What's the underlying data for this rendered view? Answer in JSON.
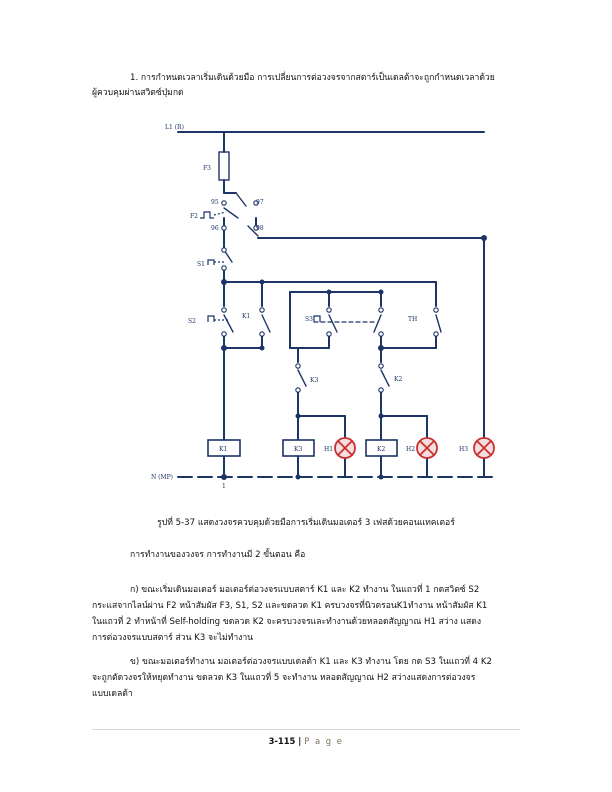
{
  "intro": {
    "line1": "1. การกำหนดเวลาเริ่มเดินด้วยมือ การเปลี่ยนการต่อวงจรจากสตาร์เป็นเดลต้าจะถูกกำหนดเวลาด้วย",
    "line2": "ผู้ควบคุมผ่านสวิตซ์ปุ่มกด"
  },
  "diagram": {
    "labels": {
      "L1": "L1 (R)",
      "F3": "F3",
      "P5": "95",
      "P7": "97",
      "P6": "96",
      "P8": "98",
      "F2": "F2",
      "S1": "S1",
      "S2": "S2",
      "K1": "K1",
      "S3": "S3",
      "H": "TH",
      "K3_contact": "K3",
      "K2_contact": "K2",
      "coil_K1": "K1",
      "coil_K3": "K3",
      "coil_K2": "K2",
      "H1": "H1",
      "H2": "H2",
      "H3": "H3",
      "N": "N (MP)",
      "one": "1"
    },
    "colors": {
      "wire": "#1c3566",
      "lamp": "#c8312f",
      "lamp_fill": "#f7dede"
    }
  },
  "caption": "รูปที่ 5-37 แสดงวงจรควบคุมด้วยมือการเริ่มเดินมอเตอร์ 3 เฟสด้วยคอนแทคเตอร์",
  "section_heading": "การทำงานของวงจร การทำงานมี 2 ขั้นตอน คือ",
  "para_a": {
    "l1": "ก) ขณะเริ่มเดินมอเตอร์ มอเตอร์ต่อวงจรแบบสตาร์ K1 และ K2 ทำงาน ในแถวที่ 1 กดสวิตซ์ S2",
    "l2": "กระแสจากไลน์ผ่าน F2 หน้าสัมผัส F3, S1, S2 และขดลวด K1 ครบวงจรที่นิวตรอนK1ทำงาน หน้าสัมผัส K1",
    "l3": "ในแถวที่ 2 ทำหน้าที่ Self-holding ขดลวด K2 จะครบวงจรและทำงานด้วยหลอดสัญญาณ H1 สว่าง แสดง",
    "l4": "การต่อวงจรแบบสตาร์ ส่วน K3 จะไม่ทำงาน"
  },
  "para_b": {
    "l1": "ข) ขณะมอเตอร์ทำงาน มอเตอร์ต่อวงจรแบบเดลต้า K1 และ K3 ทำงาน โดย กด S3 ในแถวที่ 4 K2",
    "l2": "จะถูกตัดวงจรให้หยุดทำงาน ขดลวด K3 ในแถวที่ 5 จะทำงาน หลอดสัญญาณ H2 สว่างแสดงการต่อวงจร",
    "l3": "แบบเดลต้า"
  },
  "footer": {
    "number": "3-115",
    "sep": " | ",
    "page_word": "P a g e"
  }
}
